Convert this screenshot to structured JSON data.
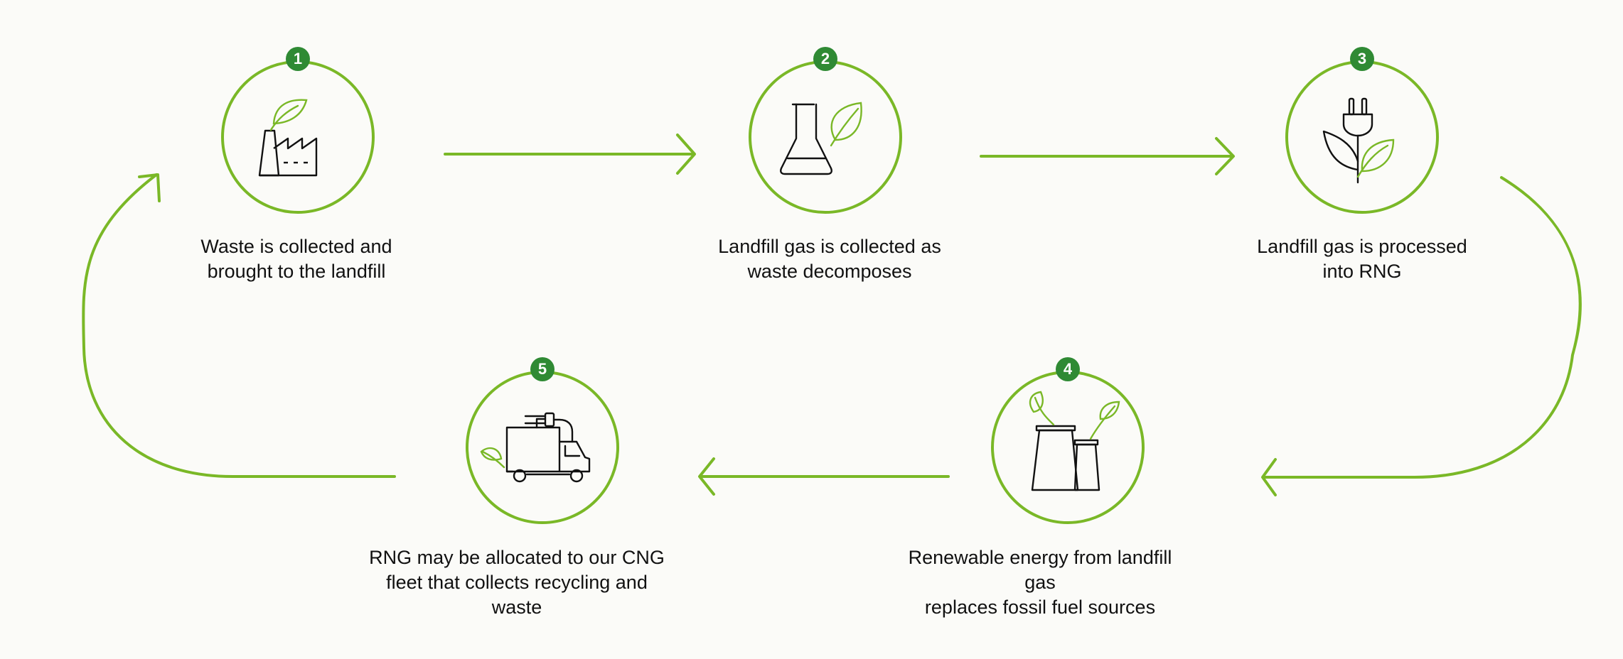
{
  "colors": {
    "ring": "#7ab827",
    "badge": "#2f8a34",
    "icon_line": "#111111",
    "leaf": "#7ab827",
    "background": "#fbfbf8"
  },
  "steps": [
    {
      "number": "1",
      "line1": "Waste is collected and",
      "line2": "brought to the landfill",
      "icon": "factory-leaf-icon"
    },
    {
      "number": "2",
      "line1": "Landfill gas is collected as",
      "line2": "waste decomposes",
      "icon": "flask-leaf-icon"
    },
    {
      "number": "3",
      "line1": "Landfill gas is processed",
      "line2": "into RNG",
      "icon": "plug-plant-icon"
    },
    {
      "number": "4",
      "line1": "Renewable energy from landfill gas",
      "line2": "replaces fossil fuel sources",
      "icon": "power-plant-leaf-icon"
    },
    {
      "number": "5",
      "line1": "RNG may be allocated to our CNG",
      "line2": "fleet that collects recycling and waste",
      "icon": "electric-truck-leaf-icon"
    }
  ]
}
